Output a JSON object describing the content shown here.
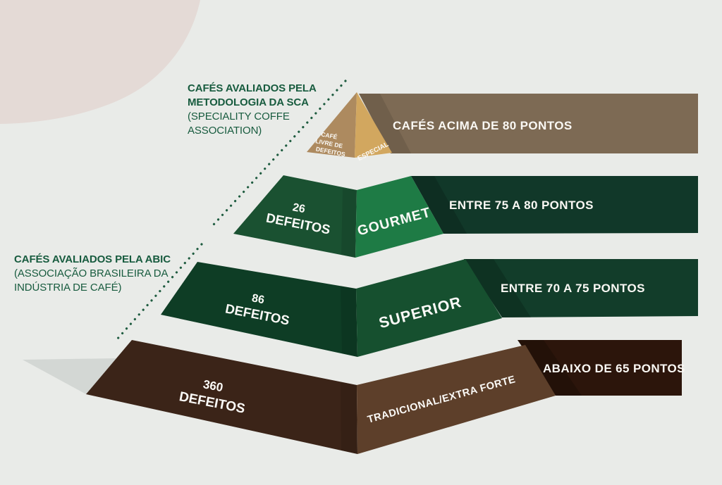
{
  "canvas": {
    "background": "#e9ebe8",
    "blob_color": "#e4dad6",
    "floor_shadow_color": "#d3d7d4",
    "dotted_line_color": "#1f5c40",
    "heading_color": "#175b3e",
    "label_color": "#ffffff"
  },
  "headings": {
    "sca": {
      "line1": "CAFÉS AVALIADOS PELA",
      "line2": "METODOLOGIA DA SCA",
      "line3": "(SPECIALITY COFFE",
      "line4": "ASSOCIATION)"
    },
    "abic": {
      "line1": "CAFÉS AVALIADOS PELA ABIC",
      "line2": "(ASSOCIAÇÃO BRASILEIRA DA",
      "line3": "INDÚSTRIA DE CAFÉ)"
    }
  },
  "pyramid": {
    "levels": [
      {
        "name": "especial",
        "left_face": {
          "line1": "CAFÉ",
          "line2": "LIVRE DE",
          "line3": "DEFEITOS"
        },
        "category": "ESPECIAL",
        "points": "CAFÉS ACIMA DE 80 PONTOS",
        "colors": {
          "left_face": "#ad8a5f",
          "category_face": "#d2a75f",
          "bar": "#7d6a54"
        }
      },
      {
        "name": "gourmet",
        "defects": "26",
        "defects_word": "DEFEITOS",
        "category": "GOURMET",
        "points": "ENTRE 75 A 80 PONTOS",
        "colors": {
          "left_face": "#1a5131",
          "category_face": "#1e7b45",
          "bar": "#113829"
        }
      },
      {
        "name": "superior",
        "defects": "86",
        "defects_word": "DEFEITOS",
        "category": "SUPERIOR",
        "points": "ENTRE 70 A 75 PONTOS",
        "colors": {
          "left_face": "#0e3d25",
          "category_face": "#16502f",
          "bar": "#123d2a"
        }
      },
      {
        "name": "tradicional",
        "defects": "360",
        "defects_word": "DEFEITOS",
        "category": "TRADICIONAL/EXTRA FORTE",
        "points": "ABAIXO DE 65 PONTOS",
        "colors": {
          "left_face": "#3b2418",
          "category_face": "#5d3f2a",
          "bar": "#2c150b"
        }
      }
    ]
  }
}
